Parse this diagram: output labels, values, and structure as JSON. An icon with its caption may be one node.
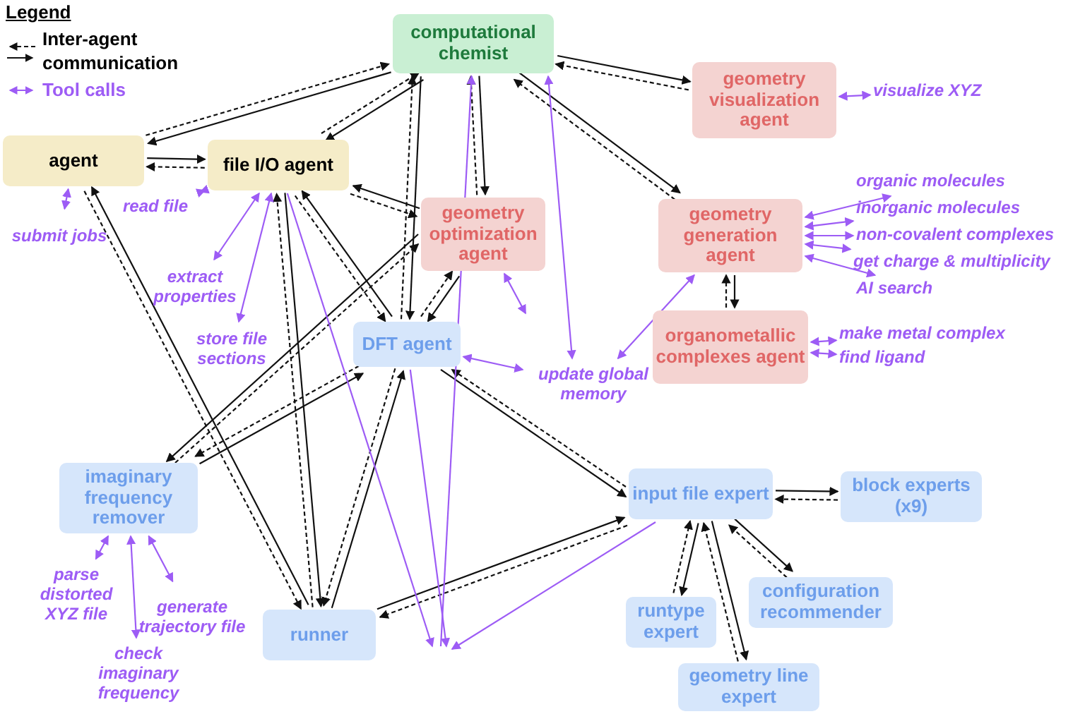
{
  "diagram": {
    "nodes": [
      {
        "text": [
          "computational chemist"
        ]
      },
      {
        "text": [
          "agent"
        ]
      },
      {
        "text": [
          "file I/O agent"
        ]
      },
      {
        "text": [
          "geometry optimization agent"
        ]
      },
      {
        "text": [
          "geometry visualization agent"
        ]
      },
      {
        "text": [
          "geometry generation agent"
        ]
      },
      {
        "text": [
          "organometallic complexes agent"
        ]
      },
      {
        "text": [
          "DFT agent"
        ]
      },
      {
        "text": [
          "imaginary frequency remover"
        ]
      },
      {
        "text": [
          "runner"
        ]
      },
      {
        "text": [
          "input file expert"
        ]
      },
      {
        "text": [
          "block experts (x9)"
        ]
      },
      {
        "text": [
          "configuration recommender"
        ]
      },
      {
        "text": [
          "runtype expert"
        ]
      },
      {
        "text": [
          "geometry line expert"
        ]
      },
      {
        "text": [
          "submit jobs"
        ]
      },
      {
        "text": [
          "read file"
        ]
      },
      {
        "text": [
          "extract properties"
        ]
      },
      {
        "text": [
          "store file sections"
        ]
      },
      {
        "text": [
          "visualize XYZ"
        ]
      },
      {
        "text": [
          "organic molecules"
        ]
      },
      {
        "text": [
          "inorganic molecules"
        ]
      },
      {
        "text": [
          "non-covalent complexes"
        ]
      },
      {
        "text": [
          "get charge & multiplicity"
        ]
      },
      {
        "text": [
          "AI search"
        ]
      },
      {
        "text": [
          "make metal complex"
        ]
      },
      {
        "text": [
          "find ligand"
        ]
      },
      {
        "text": [
          "update global memory"
        ]
      },
      {
        "text": [
          "parse distorted XYZ file"
        ]
      },
      {
        "text": [
          "check imaginary frequency"
        ]
      },
      {
        "text": [
          "generate trajectory file"
        ]
      }
    ],
    "edges": [
      {
        "from": 0,
        "to": 1,
        "arrow": "to"
      },
      {
        "from": 1,
        "to": 0,
        "arrow": "to",
        "style": "dashed"
      },
      {
        "from": 1,
        "to": 2,
        "arrow": "to"
      },
      {
        "from": 2,
        "to": 1,
        "arrow": "to",
        "style": "dashed"
      },
      {
        "from": 0,
        "to": 2,
        "arrow": "to"
      },
      {
        "from": 2,
        "to": 0,
        "arrow": "to",
        "style": "dashed"
      },
      {
        "from": 0,
        "to": 4,
        "arrow": "to"
      },
      {
        "from": 4,
        "to": 0,
        "arrow": "to",
        "style": "dashed"
      },
      {
        "from": 0,
        "to": 5,
        "arrow": "to"
      },
      {
        "from": 5,
        "to": 0,
        "arrow": "to",
        "style": "dashed"
      },
      {
        "from": 0,
        "to": 3,
        "arrow": "to"
      },
      {
        "from": 3,
        "to": 0,
        "arrow": "to",
        "style": "dashed"
      },
      {
        "from": 0,
        "to": 7,
        "arrow": "to"
      },
      {
        "from": 7,
        "to": 0,
        "arrow": "to",
        "style": "dashed"
      },
      {
        "from": 3,
        "to": 2,
        "arrow": "to"
      },
      {
        "from": 2,
        "to": 3,
        "arrow": "to",
        "style": "dashed"
      },
      {
        "from": 3,
        "to": 7,
        "arrow": "to"
      },
      {
        "from": 7,
        "to": 3,
        "arrow": "to",
        "style": "dashed"
      },
      {
        "from": 5,
        "to": 6,
        "arrow": "to"
      },
      {
        "from": 6,
        "to": 5,
        "arrow": "to",
        "style": "dashed"
      },
      {
        "from": 7,
        "to": 2,
        "arrow": "to"
      },
      {
        "from": 2,
        "to": 7,
        "arrow": "to",
        "style": "dashed"
      },
      {
        "from": 3,
        "to": 8,
        "arrow": "to"
      },
      {
        "from": 8,
        "to": 3,
        "arrow": "to",
        "style": "dashed"
      },
      {
        "from": 8,
        "to": 7,
        "arrow": "to"
      },
      {
        "from": 7,
        "to": 8,
        "arrow": "to",
        "style": "dashed"
      },
      {
        "from": 9,
        "to": 1,
        "arrow": "to"
      },
      {
        "from": 1,
        "to": 9,
        "arrow": "to",
        "style": "dashed"
      },
      {
        "from": 2,
        "to": 9,
        "arrow": "to"
      },
      {
        "from": 9,
        "to": 2,
        "arrow": "to",
        "style": "dashed"
      },
      {
        "from": 9,
        "to": 7,
        "arrow": "to"
      },
      {
        "from": 7,
        "to": 9,
        "arrow": "to",
        "style": "dashed"
      },
      {
        "from": 7,
        "to": 10,
        "arrow": "to"
      },
      {
        "from": 10,
        "to": 7,
        "arrow": "to",
        "style": "dashed"
      },
      {
        "from": 9,
        "to": 10,
        "arrow": "to"
      },
      {
        "from": 10,
        "to": 9,
        "arrow": "to",
        "style": "dashed"
      },
      {
        "from": 10,
        "to": 11,
        "arrow": "to"
      },
      {
        "from": 11,
        "to": 10,
        "arrow": "to",
        "style": "dashed"
      },
      {
        "from": 10,
        "to": 12,
        "arrow": "to"
      },
      {
        "from": 12,
        "to": 10,
        "arrow": "to",
        "style": "dashed"
      },
      {
        "from": 10,
        "to": 13,
        "arrow": "to"
      },
      {
        "from": 13,
        "to": 10,
        "arrow": "to",
        "style": "dashed"
      },
      {
        "from": 10,
        "to": 14,
        "arrow": "to"
      },
      {
        "from": 14,
        "to": 10,
        "arrow": "to",
        "style": "dashed"
      },
      {
        "from": 1,
        "to": 15,
        "arrow": "both",
        "color": "#9d5cf5"
      },
      {
        "from": 2,
        "to": 16,
        "arrow": "both",
        "color": "#9d5cf5"
      },
      {
        "from": 2,
        "to": 17,
        "arrow": "both",
        "color": "#9d5cf5"
      },
      {
        "from": 2,
        "to": 18,
        "arrow": "both",
        "color": "#9d5cf5"
      },
      {
        "from": 4,
        "to": 19,
        "arrow": "both",
        "color": "#9d5cf5"
      },
      {
        "from": 5,
        "to": 20,
        "arrow": "both",
        "color": "#9d5cf5"
      },
      {
        "from": 5,
        "to": 21,
        "arrow": "both",
        "color": "#9d5cf5"
      },
      {
        "from": 5,
        "to": 22,
        "arrow": "both",
        "color": "#9d5cf5"
      },
      {
        "from": 5,
        "to": 23,
        "arrow": "both",
        "color": "#9d5cf5"
      },
      {
        "from": 5,
        "to": 24,
        "arrow": "both",
        "color": "#9d5cf5"
      },
      {
        "from": 6,
        "to": 25,
        "arrow": "both",
        "color": "#9d5cf5"
      },
      {
        "from": 6,
        "to": 26,
        "arrow": "both",
        "color": "#9d5cf5"
      },
      {
        "from": 8,
        "to": 28,
        "arrow": "both",
        "color": "#9d5cf5"
      },
      {
        "from": 8,
        "to": 29,
        "arrow": "both",
        "color": "#9d5cf5"
      },
      {
        "from": 8,
        "to": 30,
        "arrow": "both",
        "color": "#9d5cf5"
      },
      {
        "from": 7,
        "to": 27,
        "arrow": "both",
        "color": "#9d5cf5"
      },
      {
        "from": 5,
        "to": 27,
        "arrow": "both",
        "color": "#9d5cf5"
      },
      {
        "from": 0,
        "to": 27,
        "arrow": "both",
        "color": "#9d5cf5"
      },
      {
        "from": 3,
        "to": null,
        "arrow": "both",
        "color": "#9d5cf5"
      },
      {
        "from": null,
        "to": 0,
        "arrow": "to",
        "color": "#9d5cf5"
      },
      {
        "from": 2,
        "to": null,
        "arrow": "to",
        "color": "#9d5cf5"
      },
      {
        "from": 7,
        "to": null,
        "arrow": "to",
        "color": "#9d5cf5"
      },
      {
        "from": 10,
        "to": null,
        "arrow": "to",
        "color": "#9d5cf5"
      }
    ],
    "labels": [
      "Legend"
    ],
    "legend": [
      {
        "text": "Inter-agent communication"
      },
      {
        "text": "Tool calls"
      }
    ]
  }
}
